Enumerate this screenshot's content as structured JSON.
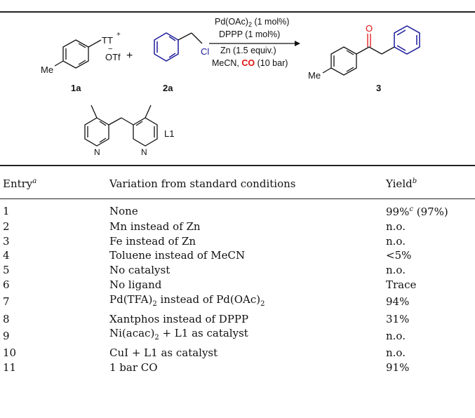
{
  "scheme": {
    "reagent_1a_group": "TT",
    "reagent_1a_counterion": "OTf",
    "me_label": "Me",
    "plus": "+",
    "cl_label": "Cl",
    "compound_1a": "1a",
    "compound_2a": "2a",
    "compound_3": "3",
    "ligand_label": "L1",
    "n_label": "N",
    "o_label": "O",
    "conditions": {
      "catalyst": "Pd(OAc)",
      "catalyst_sub": "2",
      "catalyst_amount": "(1 mol%)",
      "ligand": "DPPP (1 mol%)",
      "reductant": "Zn (1.5 equiv.)",
      "solvent": "MeCN,",
      "gas": "CO",
      "pressure": "(10 bar)"
    }
  },
  "table": {
    "headers": {
      "entry": "Entry",
      "entry_sup": "a",
      "variation": "Variation from standard conditions",
      "yield": "Yield",
      "yield_sup": "b"
    },
    "rows": [
      {
        "entry": "1",
        "yield_main": "99%",
        "yield_sup": "c",
        "yield_extra": " (97%)"
      },
      {
        "entry": "2",
        "variation": "Mn instead of Zn",
        "yield": "n.o."
      },
      {
        "entry": "3",
        "variation": "Fe instead of Zn",
        "yield": "n.o."
      },
      {
        "entry": "4",
        "variation": "Toluene instead of MeCN",
        "yield": "<5%"
      },
      {
        "entry": "5",
        "variation": "No catalyst",
        "yield": "n.o."
      },
      {
        "entry": "6",
        "variation": "No ligand",
        "yield": "Trace"
      },
      {
        "entry": "7",
        "variation_a": "Pd(TFA)",
        "variation_a_sub": "2",
        "variation_b": " instead of Pd(OAc)",
        "variation_b_sub": "2",
        "yield": "94%"
      },
      {
        "entry": "8",
        "variation": "Xantphos instead of DPPP",
        "yield": "31%"
      },
      {
        "entry": "9",
        "variation_a": "Ni(acac)",
        "variation_a_sub": "2",
        "variation_b": " + L1 as catalyst",
        "yield": "n.o."
      },
      {
        "entry": "10",
        "variation": "CuI + L1 as catalyst",
        "yield": "n.o."
      },
      {
        "entry": "11",
        "variation": "1 bar CO",
        "yield": "91%"
      }
    ],
    "row1_variation": "None"
  },
  "colors": {
    "bond_blue": "#1b1b9a",
    "carbonyl_red": "#e01010",
    "rule": "#222222"
  }
}
